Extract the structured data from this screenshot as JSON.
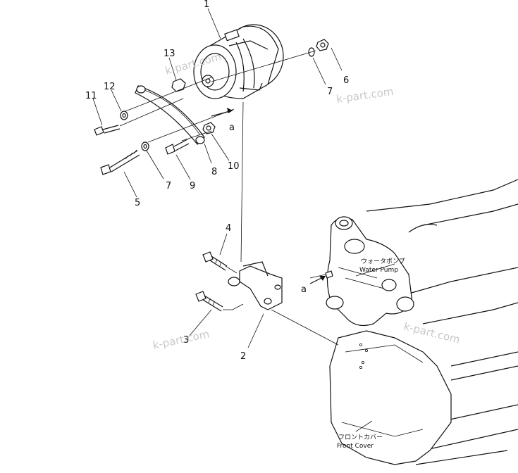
{
  "callouts": {
    "n1": "1",
    "n2": "2",
    "n3": "3",
    "n4": "4",
    "n5": "5",
    "n6": "6",
    "n7a": "7",
    "n7b": "7",
    "n8": "8",
    "n9": "9",
    "n10": "10",
    "n11": "11",
    "n12": "12",
    "n13": "13"
  },
  "arrows": {
    "a_top": "a",
    "a_pump": "a"
  },
  "labels": {
    "water_pump_jp": "ウォータポンプ",
    "water_pump_en": "Water Pump",
    "front_cover_jp": "フロントカバー",
    "front_cover_en": "Front Cover"
  },
  "watermarks": [
    "k-part.com",
    "k-part.com",
    "k-part.com",
    "k-part.com"
  ]
}
